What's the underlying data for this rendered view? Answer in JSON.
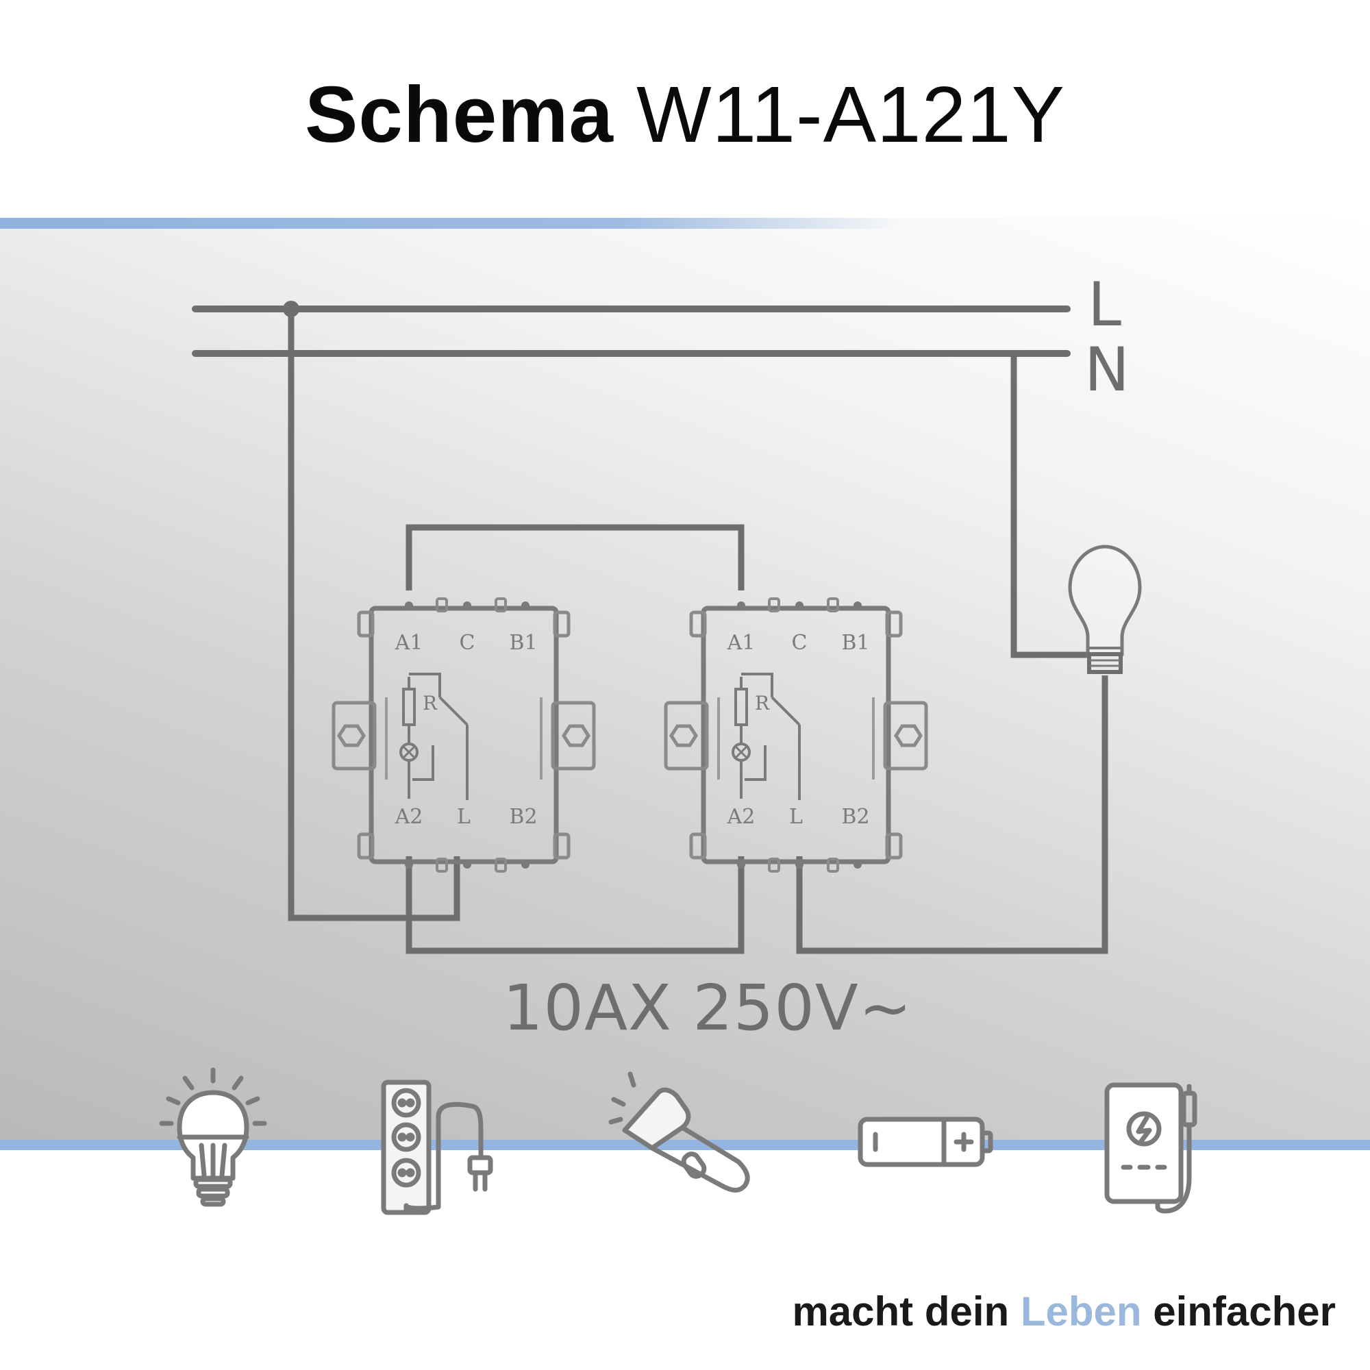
{
  "title": {
    "bold": "Schema",
    "regular": "W11-A121Y"
  },
  "rails": {
    "live": "L",
    "neutral": "N"
  },
  "switch_left": {
    "a1": "A1",
    "c": "C",
    "b1": "B1",
    "r": "R",
    "a2": "A2",
    "l": "L",
    "b2": "B2"
  },
  "switch_right": {
    "a1": "A1",
    "c": "C",
    "b1": "B1",
    "r": "R",
    "a2": "A2",
    "l": "L",
    "b2": "B2"
  },
  "rating": "10AX 250V~",
  "slogan": {
    "pre": "macht dein ",
    "highlight": "Leben",
    "post": " einfacher"
  },
  "colors": {
    "wire": "#6e6e6e",
    "accent_blue": "#93b5df",
    "title": "#0a0a0a"
  },
  "icons": [
    "light-bulb-icon",
    "power-strip-icon",
    "flashlight-icon",
    "battery-icon",
    "power-bank-icon"
  ]
}
